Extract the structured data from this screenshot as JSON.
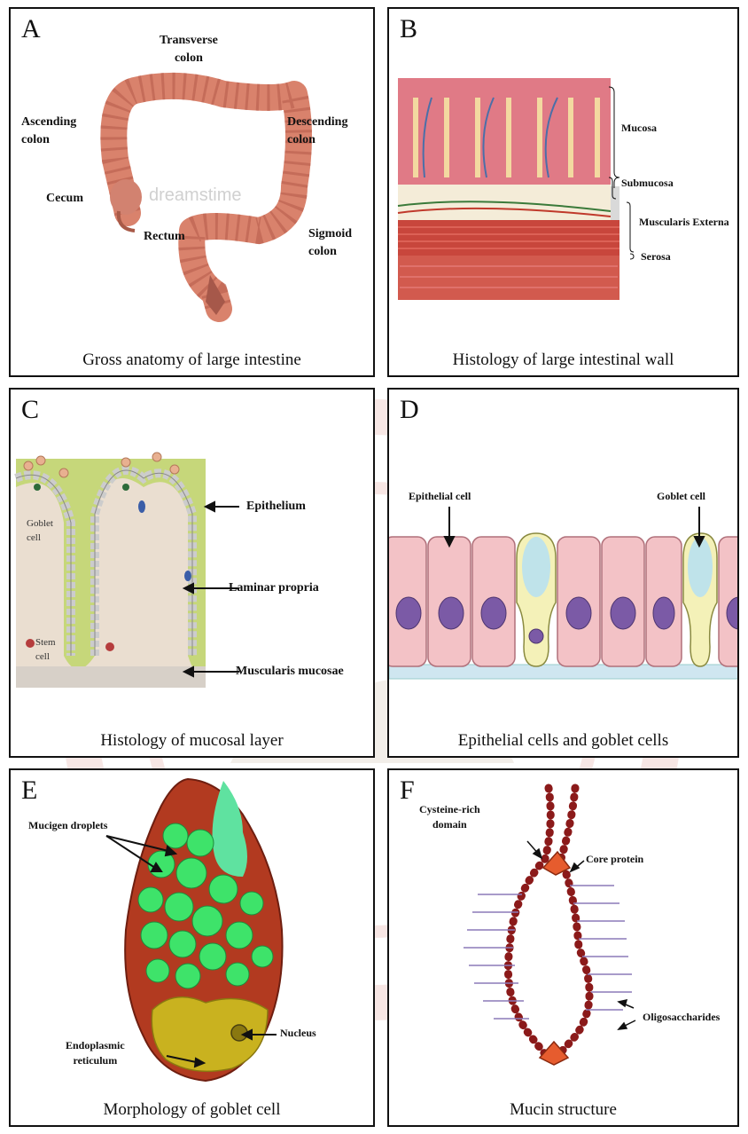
{
  "panels": {
    "A": {
      "letter": "A",
      "caption": "Gross anatomy of large intestine",
      "labels": {
        "transverse": "Transverse\ncolon",
        "ascending": "Ascending\ncolon",
        "descending": "Descending\ncolon",
        "cecum": "Cecum",
        "rectum": "Rectum",
        "sigmoid": "Sigmoid\ncolon",
        "watermark": "dreamstime"
      }
    },
    "B": {
      "letter": "B",
      "caption": "Histology of large intestinal wall",
      "labels": {
        "mucosa": "Mucosa",
        "submucosa": "Submucosa",
        "muscularis_externa": "Muscularis Externa",
        "serosa": "Serosa"
      }
    },
    "C": {
      "letter": "C",
      "caption": "Histology of mucosal layer",
      "labels": {
        "epithelium": "Epithelium",
        "laminar_propria": "Laminar propria",
        "muscularis_mucosae": "Muscularis mucosae",
        "goblet_cell": "Goblet\ncell",
        "stem_cell": "Stem\ncell"
      }
    },
    "D": {
      "letter": "D",
      "caption": "Epithelial cells and goblet cells",
      "labels": {
        "epithelial_cell": "Epithelial cell",
        "goblet_cell": "Goblet cell"
      }
    },
    "E": {
      "letter": "E",
      "caption": "Morphology of goblet cell",
      "labels": {
        "mucigen": "Mucigen droplets",
        "nucleus": "Nucleus",
        "er": "Endoplasmic\nreticulum"
      }
    },
    "F": {
      "letter": "F",
      "caption": "Mucin structure",
      "labels": {
        "cysteine": "Cysteine-rich\ndomain",
        "core_protein": "Core protein",
        "oligosaccharides": "Oligosaccharides"
      }
    }
  },
  "colors": {
    "colon": "#d9826c",
    "mucosa": "#e07a86",
    "muscle": "#c8463c",
    "epithelial": "#f3c2c6",
    "goblet": "#f4f1b8",
    "nucleus": "#7b5aa6",
    "mucigen": "#3ee36a",
    "er": "#c9b21f",
    "mucin_bead": "#8b1a1a",
    "background_green": "#c6d77a"
  }
}
